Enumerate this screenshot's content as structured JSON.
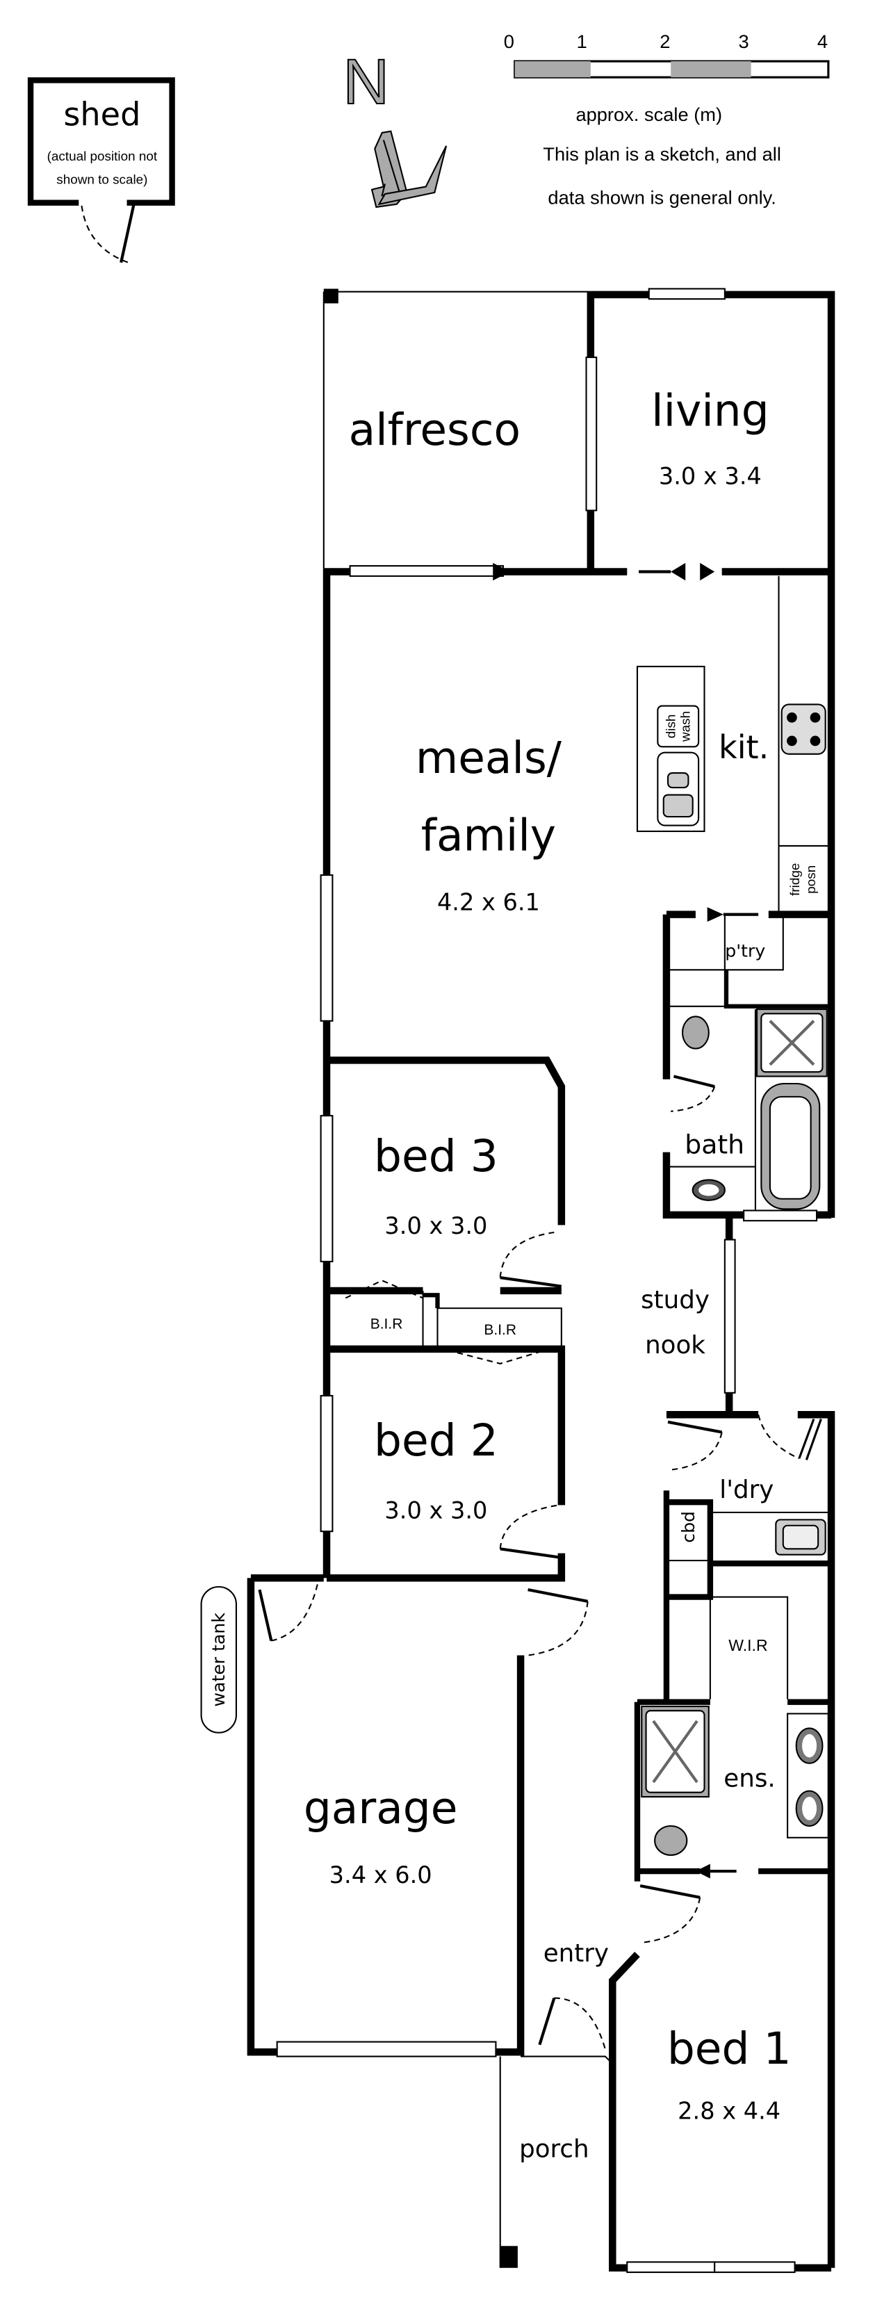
{
  "scale_bar": {
    "ticks": [
      "0",
      "1",
      "2",
      "3",
      "4"
    ],
    "caption": "approx. scale (m)",
    "disclaimer_line1": "This plan is a sketch, and all",
    "disclaimer_line2": "data shown is general only."
  },
  "compass": {
    "letter": "N"
  },
  "shed": {
    "label": "shed",
    "note_line1": "(actual position not",
    "note_line2": "shown to scale)"
  },
  "rooms": {
    "alfresco": {
      "label": "alfresco"
    },
    "living": {
      "label": "living",
      "dims": "3.0 x 3.4"
    },
    "meals": {
      "label_line1": "meals/",
      "label_line2": "family",
      "dims": "4.2 x 6.1"
    },
    "kitchen": {
      "label": "kit.",
      "dishwasher_line1": "dish",
      "dishwasher_line2": "wash",
      "fridge_line1": "fridge",
      "fridge_line2": "posn"
    },
    "pantry": {
      "label": "p'try"
    },
    "bath": {
      "label": "bath"
    },
    "bed3": {
      "label": "bed 3",
      "dims": "3.0 x 3.0"
    },
    "bir1": {
      "label": "B.I.R"
    },
    "bir2": {
      "label": "B.I.R"
    },
    "bed2": {
      "label": "bed 2",
      "dims": "3.0 x 3.0"
    },
    "study": {
      "label_line1": "study",
      "label_line2": "nook"
    },
    "laundry": {
      "label": "l'dry",
      "cupboard": "cbd"
    },
    "wir": {
      "label": "W.I.R"
    },
    "ensuite": {
      "label": "ens."
    },
    "garage": {
      "label": "garage",
      "dims": "3.4 x 6.0"
    },
    "water_tank": {
      "label": "water tank"
    },
    "entry": {
      "label": "entry"
    },
    "bed1": {
      "label": "bed 1",
      "dims": "2.8 x 4.4"
    },
    "porch": {
      "label": "porch"
    }
  }
}
